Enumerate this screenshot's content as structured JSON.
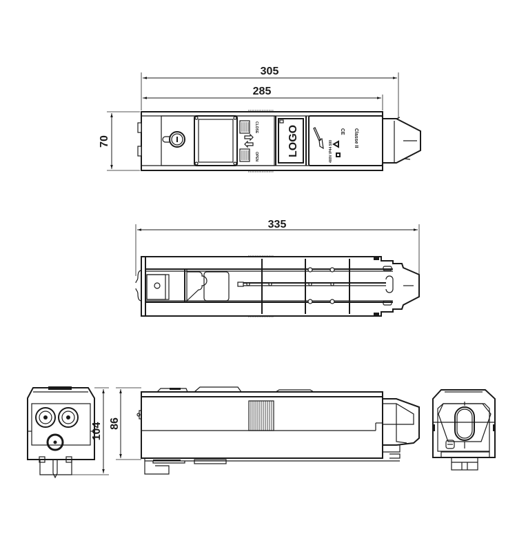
{
  "drawing": {
    "type": "technical-dimension-drawing",
    "units": "mm",
    "line_color": "#1a1a1a",
    "background": "#ffffff"
  },
  "top_view": {
    "dimensions": {
      "overall_length": "305",
      "body_length": "285",
      "width": "70"
    },
    "labels": {
      "close": "CLOSE",
      "open": "OPEN",
      "logo": "LOGO",
      "rating": "400V IP44 500",
      "ce_mark": "CE",
      "class": "Classe II"
    }
  },
  "side_view": {
    "dimensions": {
      "overall_length": "335"
    }
  },
  "end_view_left": {
    "dimensions": {
      "height_overall": "104",
      "height_body": "86"
    }
  },
  "front_elevation": {},
  "end_view_right": {}
}
